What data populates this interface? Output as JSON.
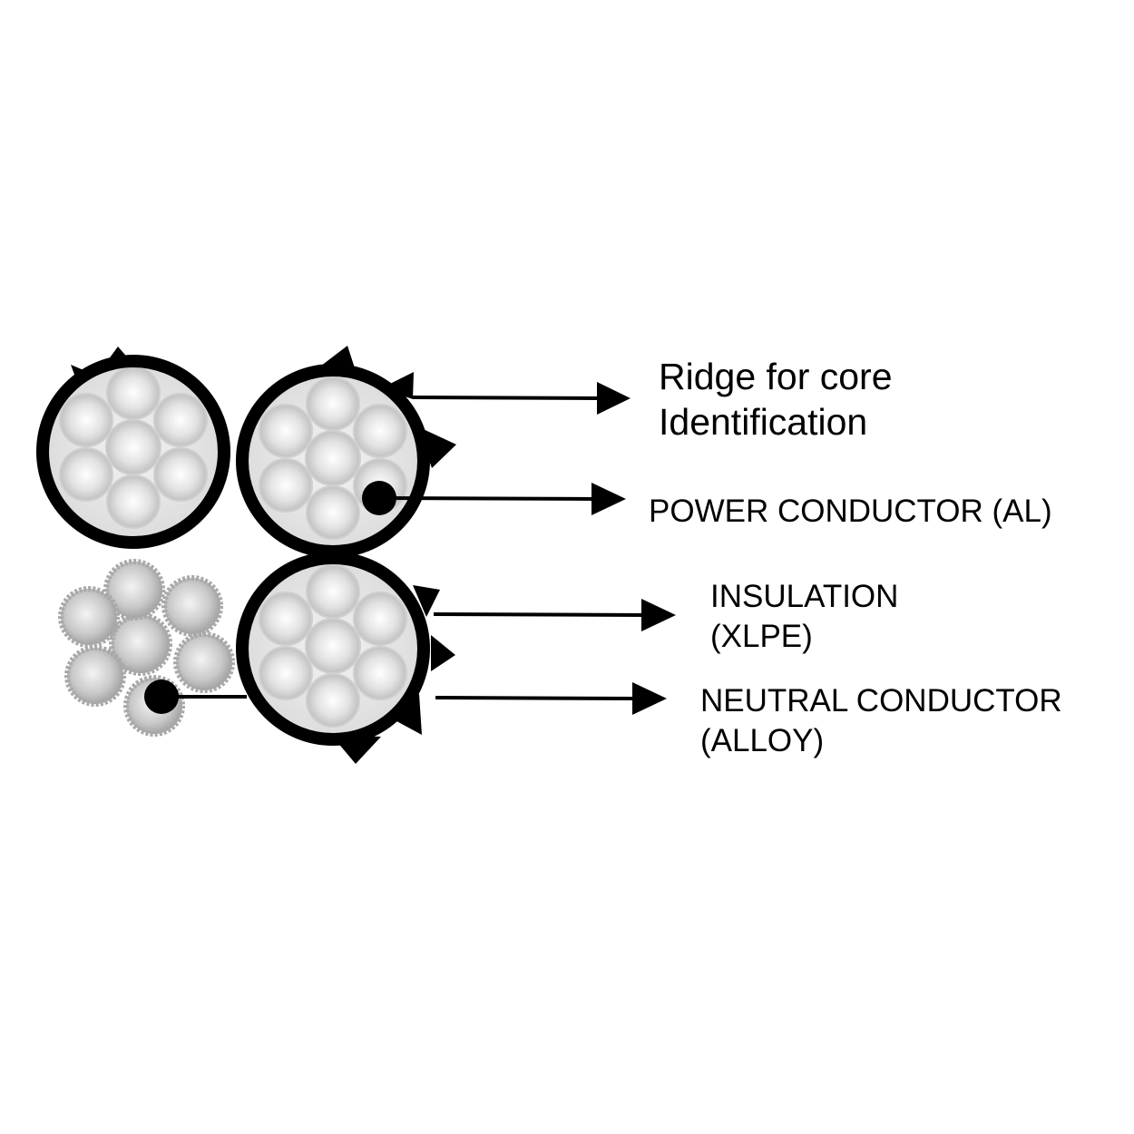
{
  "labels": {
    "ridge": {
      "line1": "Ridge for core",
      "line2": "Identification"
    },
    "power_conductor": {
      "line1": "POWER CONDUCTOR (AL)"
    },
    "insulation": {
      "line1": "INSULATION",
      "line2": "(XLPE)"
    },
    "neutral_conductor": {
      "line1": "NEUTRAL CONDUCTOR",
      "line2": "(ALLOY)"
    }
  },
  "colors": {
    "insulation": "#000000",
    "strand_fill": "#d9d9d9",
    "strand_center": "#ffffff",
    "background": "#ffffff"
  }
}
